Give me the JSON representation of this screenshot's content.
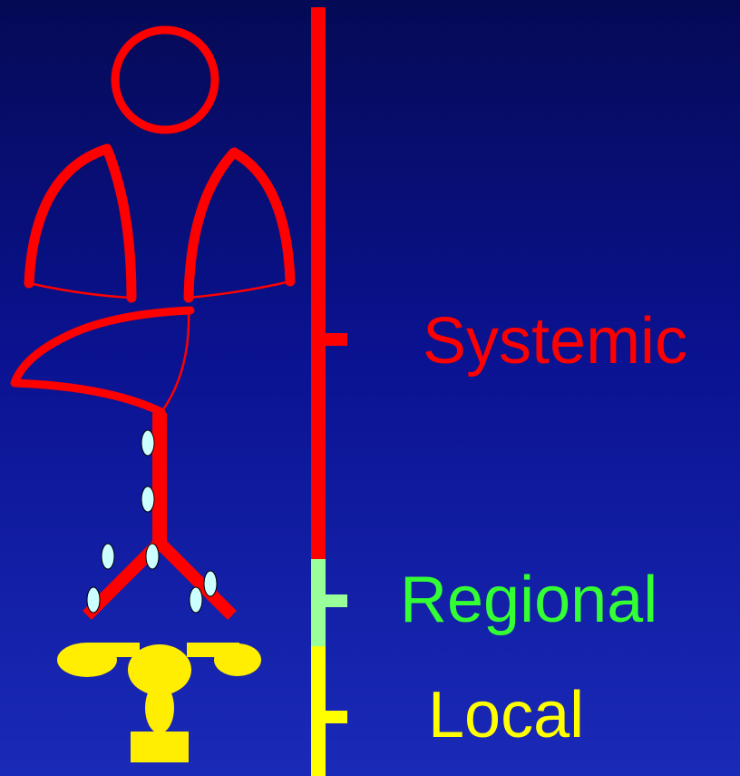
{
  "colors": {
    "systemic": "#ff0000",
    "regional": "#99ff99",
    "local": "#ffff00",
    "node": "#ccffff",
    "background": "#0a1290"
  },
  "labels": {
    "systemic": "Systemic",
    "regional": "Regional",
    "local": "Local"
  },
  "icons": {
    "body": "body-lungs-diaphragm-outline",
    "airway": "airway-bronchi-with-lymph-nodes",
    "uterus": "uterus-ovaries"
  }
}
